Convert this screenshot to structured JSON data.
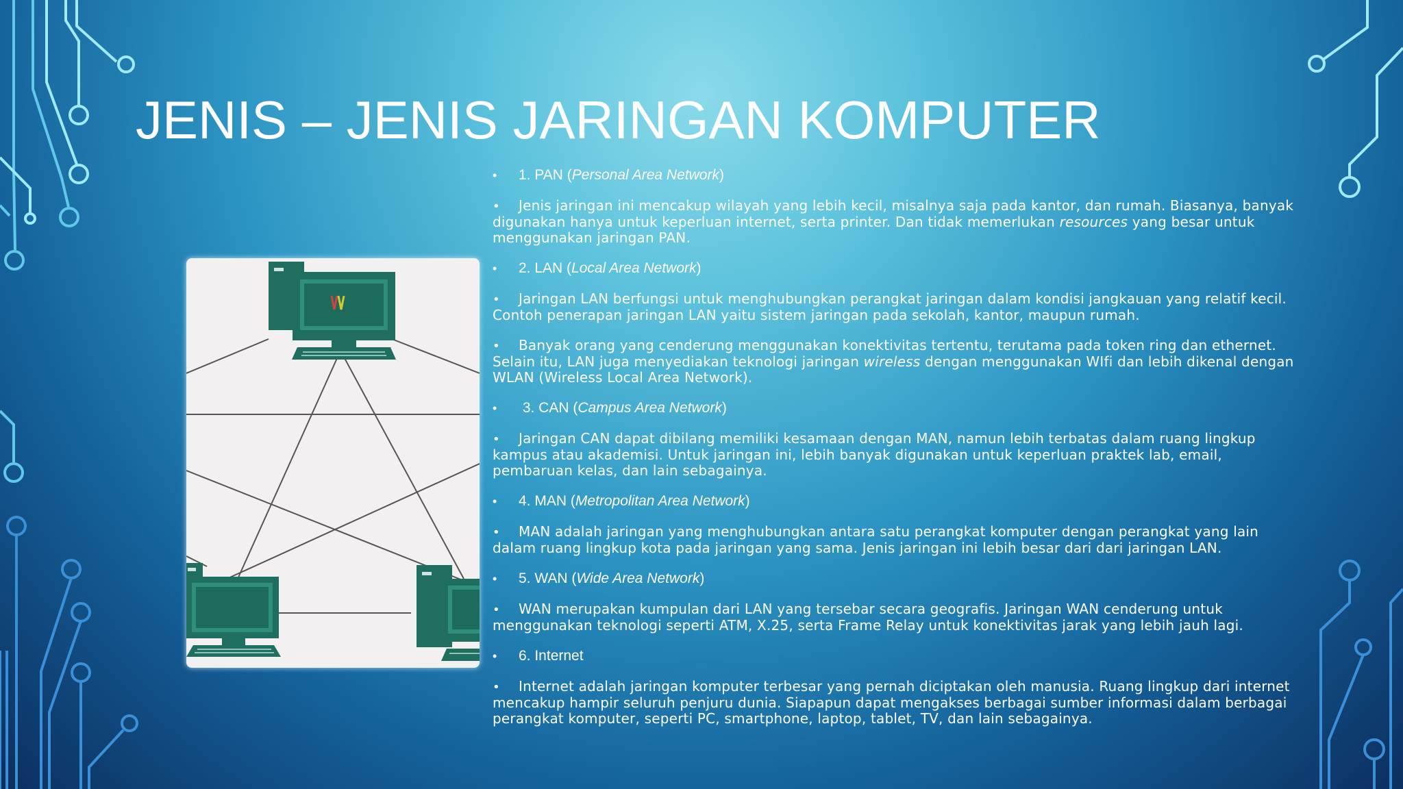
{
  "slide": {
    "title": "JENIS – JENIS JARINGAN KOMPUTER"
  },
  "theme": {
    "background_top": "#8adaea",
    "background_bottom": "#0c2f5f",
    "text_color": "#ffffff",
    "device_color": "#1e6f5c"
  },
  "figure": {
    "name": "network-topology-illustration",
    "devices": [
      "computer-top",
      "computer-bottom-left",
      "computer-bottom-right"
    ]
  },
  "content": {
    "bullet": "•",
    "items": [
      {
        "kind": "heading",
        "before": "1. PAN (",
        "italic": "Personal Area Network",
        "after": ")"
      },
      {
        "kind": "body",
        "before": "Jenis jaringan ini mencakup wilayah yang lebih kecil, misalnya saja pada kantor, dan rumah. Biasanya, banyak digunakan hanya untuk keperluan internet, serta printer. Dan tidak memerlukan ",
        "italic": "resources",
        "after": " yang besar untuk menggunakan jaringan PAN."
      },
      {
        "kind": "heading",
        "before": "2. LAN (",
        "italic": "Local Area Network",
        "after": ")"
      },
      {
        "kind": "body",
        "before": "Jaringan LAN berfungsi untuk menghubungkan perangkat jaringan dalam kondisi jangkauan yang relatif kecil. Contoh penerapan jaringan LAN yaitu sistem jaringan pada sekolah, kantor, maupun rumah.",
        "italic": "",
        "after": ""
      },
      {
        "kind": "body",
        "before": "Banyak orang yang cenderung menggunakan konektivitas tertentu, terutama pada token ring dan ethernet. Selain itu, LAN juga menyediakan teknologi jaringan ",
        "italic": "wireless",
        "after": " dengan menggunakan WIfi dan lebih dikenal dengan WLAN (Wireless Local Area Network)."
      },
      {
        "kind": "heading",
        "before": " 3. CAN (",
        "italic": "Campus Area Network",
        "after": ")"
      },
      {
        "kind": "body",
        "before": "Jaringan CAN dapat dibilang memiliki kesamaan dengan MAN, namun lebih terbatas dalam ruang lingkup kampus atau akademisi. Untuk jaringan ini, lebih banyak digunakan untuk keperluan praktek lab, email, pembaruan kelas, dan lain sebagainya.",
        "italic": "",
        "after": ""
      },
      {
        "kind": "heading",
        "before": "4. MAN (",
        "italic": "Metropolitan Area Network",
        "after": ")"
      },
      {
        "kind": "body",
        "before": "MAN adalah jaringan yang menghubungkan antara satu perangkat komputer dengan perangkat yang lain dalam ruang lingkup kota pada jaringan yang sama. Jenis jaringan ini lebih besar dari dari jaringan LAN.",
        "italic": "",
        "after": ""
      },
      {
        "kind": "heading",
        "before": "5. WAN (",
        "italic": "Wide Area Network",
        "after": ")"
      },
      {
        "kind": "body",
        "before": "WAN merupakan kumpulan dari LAN yang tersebar secara geografis. Jaringan WAN cenderung untuk menggunakan teknologi seperti ATM, X.25, serta Frame Relay untuk konektivitas jarak yang lebih jauh lagi.",
        "italic": "",
        "after": ""
      },
      {
        "kind": "heading",
        "before": "6. Internet",
        "italic": "",
        "after": ""
      },
      {
        "kind": "body",
        "before": "Internet adalah jaringan komputer terbesar yang pernah diciptakan oleh manusia. Ruang lingkup dari internet mencakup hampir seluruh penjuru dunia. Siapapun dapat mengakses berbagai sumber informasi dalam berbagai perangkat komputer, seperti PC, smartphone, laptop, tablet, TV, dan lain sebagainya.",
        "italic": "",
        "after": ""
      }
    ]
  }
}
